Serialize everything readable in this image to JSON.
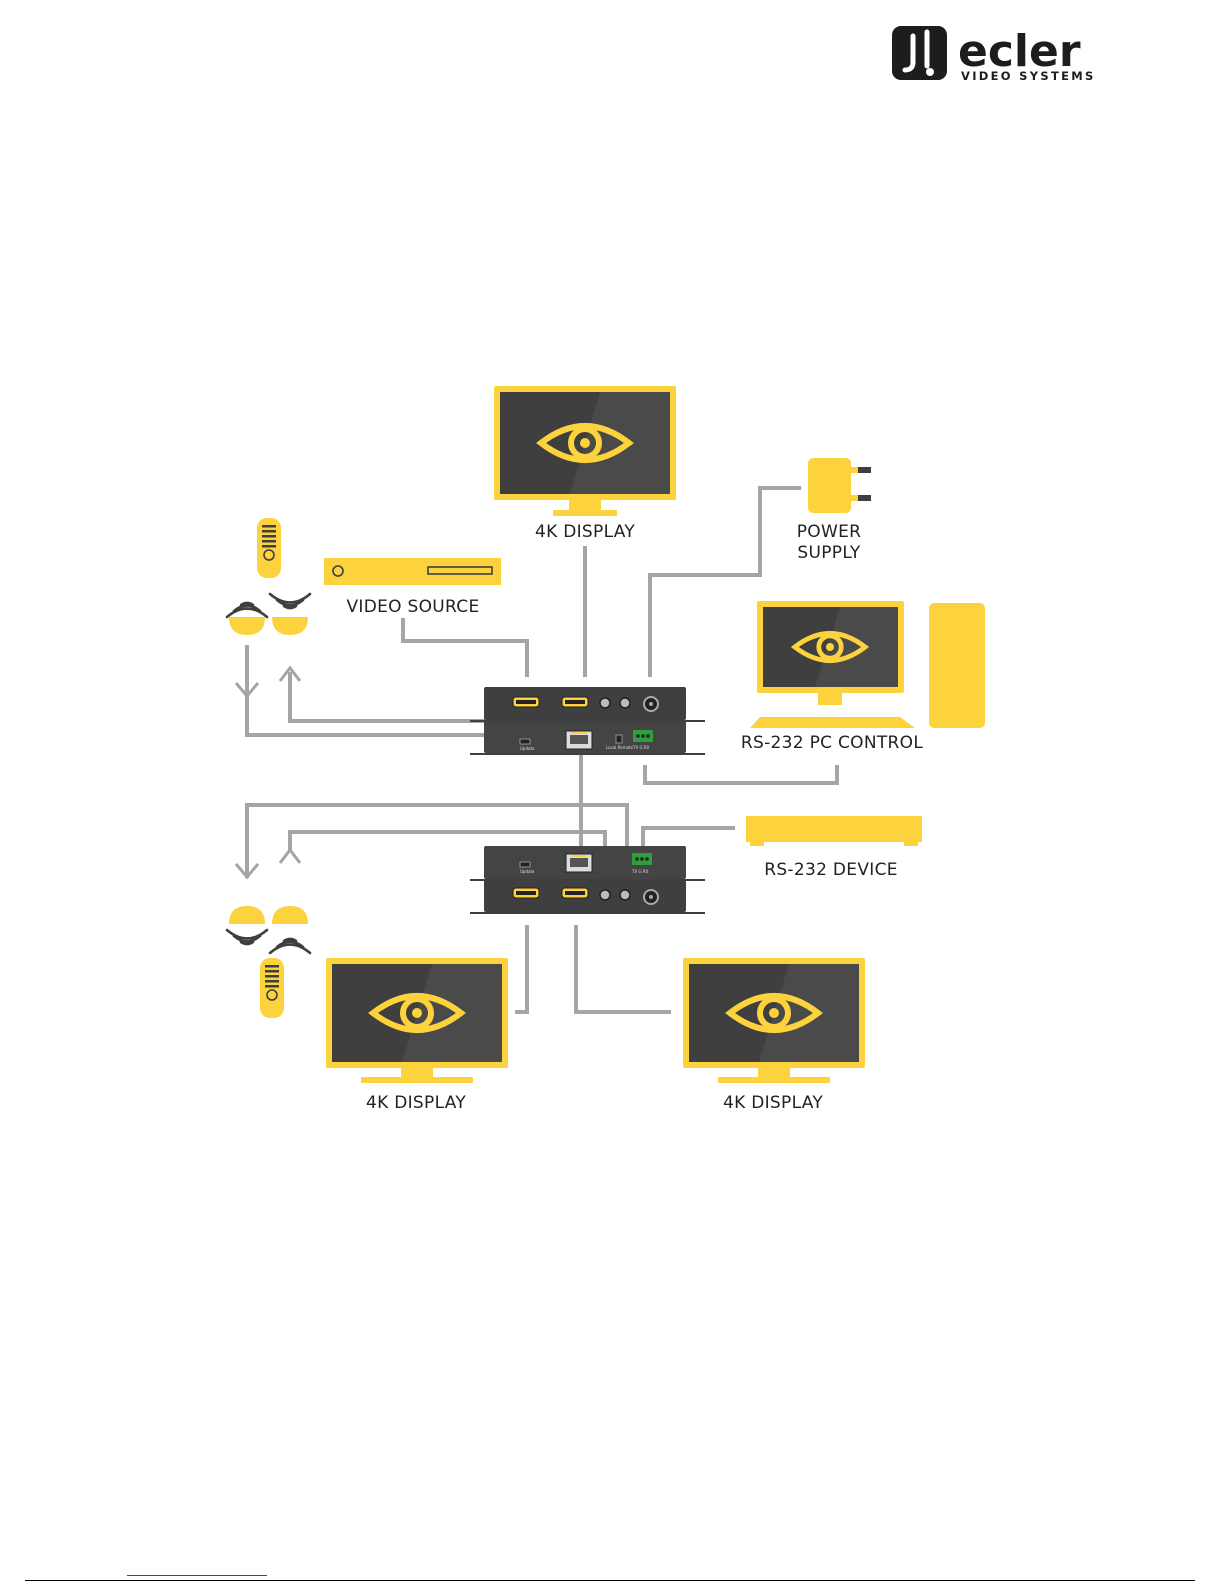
{
  "logo": {
    "wordmark": "ecler",
    "tagline": "VIDEO SYSTEMS"
  },
  "labels": {
    "display_top": "4K DISPLAY",
    "power_supply_line1": "POWER",
    "power_supply_line2": "SUPPLY",
    "video_source": "VIDEO SOURCE",
    "pc_control": "RS-232 PC CONTROL",
    "rs232_device": "RS-232 DEVICE",
    "display_bottom_left": "4K DISPLAY",
    "display_bottom_right": "4K DISPLAY"
  },
  "colors": {
    "accent": "#fcd23d",
    "device_body": "#3f3f3f",
    "cable": "#a5a5a5",
    "text": "#222222"
  }
}
